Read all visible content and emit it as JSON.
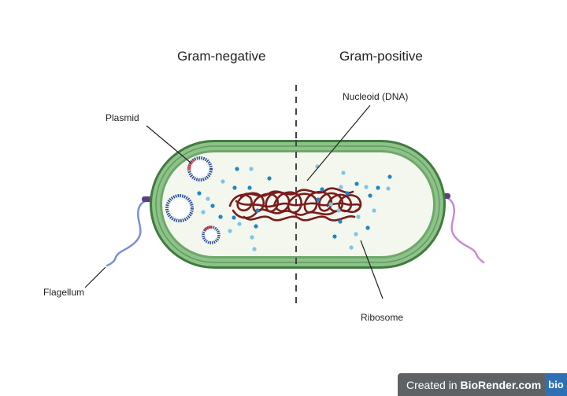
{
  "titles": {
    "left": "Gram-negative",
    "right": "Gram-positive"
  },
  "labels": {
    "plasmid": "Plasmid",
    "nucleoid": "Nucleoid (DNA)",
    "flagellum": "Flagellum",
    "ribosome": "Ribosome"
  },
  "watermark": {
    "prefix": "Created in ",
    "brand": "BioRender.com",
    "logo": "bio"
  },
  "colors": {
    "cell_wall_outer": "#3f7c3f",
    "cell_wall_band": "#8ec28a",
    "cytoplasm": "#f3f7ee",
    "dna": "#7a1c1c",
    "ribosome_dark": "#1f86c2",
    "ribosome_light": "#7fc3e6",
    "plasmid_ring": "#2d4f9c",
    "plasmid_accent": "#e0463e",
    "flagellum_left": "#7d8fd1",
    "flagellum_right": "#c98ad6"
  }
}
